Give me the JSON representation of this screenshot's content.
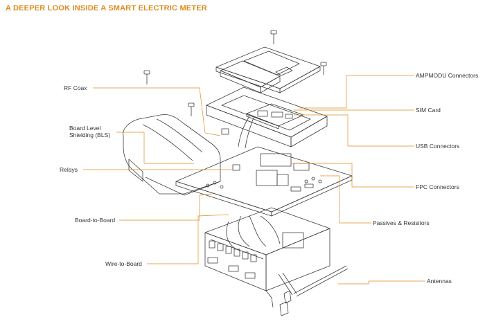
{
  "title": "A DEEPER LOOK INSIDE A SMART ELECTRIC METER",
  "colors": {
    "accent": "#e08a1e",
    "line_art": "#3a3a3a",
    "text": "#333333"
  },
  "callouts": {
    "rf_coax": "RF Coax",
    "bls_line1": "Board Level",
    "bls_line2": "Shielding (BLS)",
    "relays": "Relays",
    "board_to_board": "Board-to-Board",
    "wire_to_board": "Wire-to-Board",
    "ampmodu": "AMPMODU Connectors",
    "sim_card": "SIM Card",
    "usb": "USB Connectors",
    "fpc": "FPC Connectors",
    "passives": "Passives & Resisitors",
    "antennas": "Antennas"
  }
}
